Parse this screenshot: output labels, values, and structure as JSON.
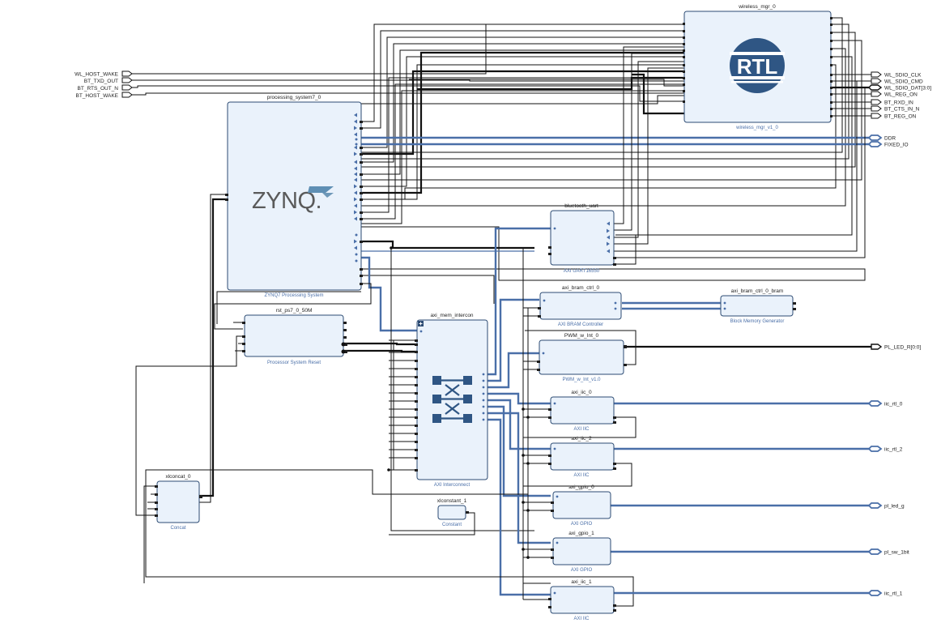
{
  "external_ports": {
    "inputs": [
      "WL_HOST_WAKE",
      "BT_TXD_OUT",
      "BT_RTS_OUT_N",
      "BT_HOST_WAKE"
    ],
    "outputs": [
      "WL_SDIO_CLK",
      "WL_SDIO_CMD",
      "WL_SDIO_DAT[3:0]",
      "WL_REG_ON",
      "BT_RXD_IN",
      "BT_CTS_IN_N",
      "BT_REG_ON",
      "DDR",
      "FIXED_IO",
      "PL_LED_R[0:0]",
      "iic_rtl_0",
      "iic_rtl_2",
      "pl_led_g",
      "pl_sw_1bit",
      "iic_rtl_1"
    ]
  },
  "blocks": {
    "wireless_mgr": {
      "title": "wireless_mgr_0",
      "subtitle": "wireless_mgr_v1_0",
      "logo": "RTL"
    },
    "ps7": {
      "title": "processing_system7_0",
      "subtitle": "ZYNQ7 Processing System",
      "logo": "ZYNQ."
    },
    "rst": {
      "title": "rst_ps7_0_50M",
      "subtitle": "Processor System Reset"
    },
    "interconnect": {
      "title": "axi_mem_intercon",
      "subtitle": "AXI Interconnect"
    },
    "uart": {
      "title": "bluetooth_uart",
      "subtitle": "AXI UART16550"
    },
    "bram_ctrl": {
      "title": "axi_bram_ctrl_0",
      "subtitle": "AXI BRAM Controller"
    },
    "bram": {
      "title": "axi_bram_ctrl_0_bram",
      "subtitle": "Block Memory Generator"
    },
    "pwm": {
      "title": "PWM_w_Int_0",
      "subtitle": "PWM_w_Int_v1.0"
    },
    "iic0": {
      "title": "axi_iic_0",
      "subtitle": "AXI IIC"
    },
    "iic2": {
      "title": "axi_iic_2",
      "subtitle": "AXI IIC"
    },
    "gpio0": {
      "title": "axi_gpio_0",
      "subtitle": "AXI GPIO"
    },
    "gpio1": {
      "title": "axi_gpio_1",
      "subtitle": "AXI GPIO"
    },
    "iic1": {
      "title": "axi_iic_1",
      "subtitle": "AXI IIC"
    },
    "concat": {
      "title": "xlconcat_0",
      "subtitle": "Concat"
    },
    "const": {
      "title": "xlconstant_1",
      "subtitle": "Constant"
    }
  },
  "colors": {
    "block_fill": "#eaf2fb",
    "block_stroke": "#2c4b73",
    "bus": "#4a6fa8",
    "wire": "#111111",
    "rtl_logo": "#2f5684",
    "zynq_text": "#5a5a5a",
    "zynq_accent": "#5f8fb4"
  }
}
